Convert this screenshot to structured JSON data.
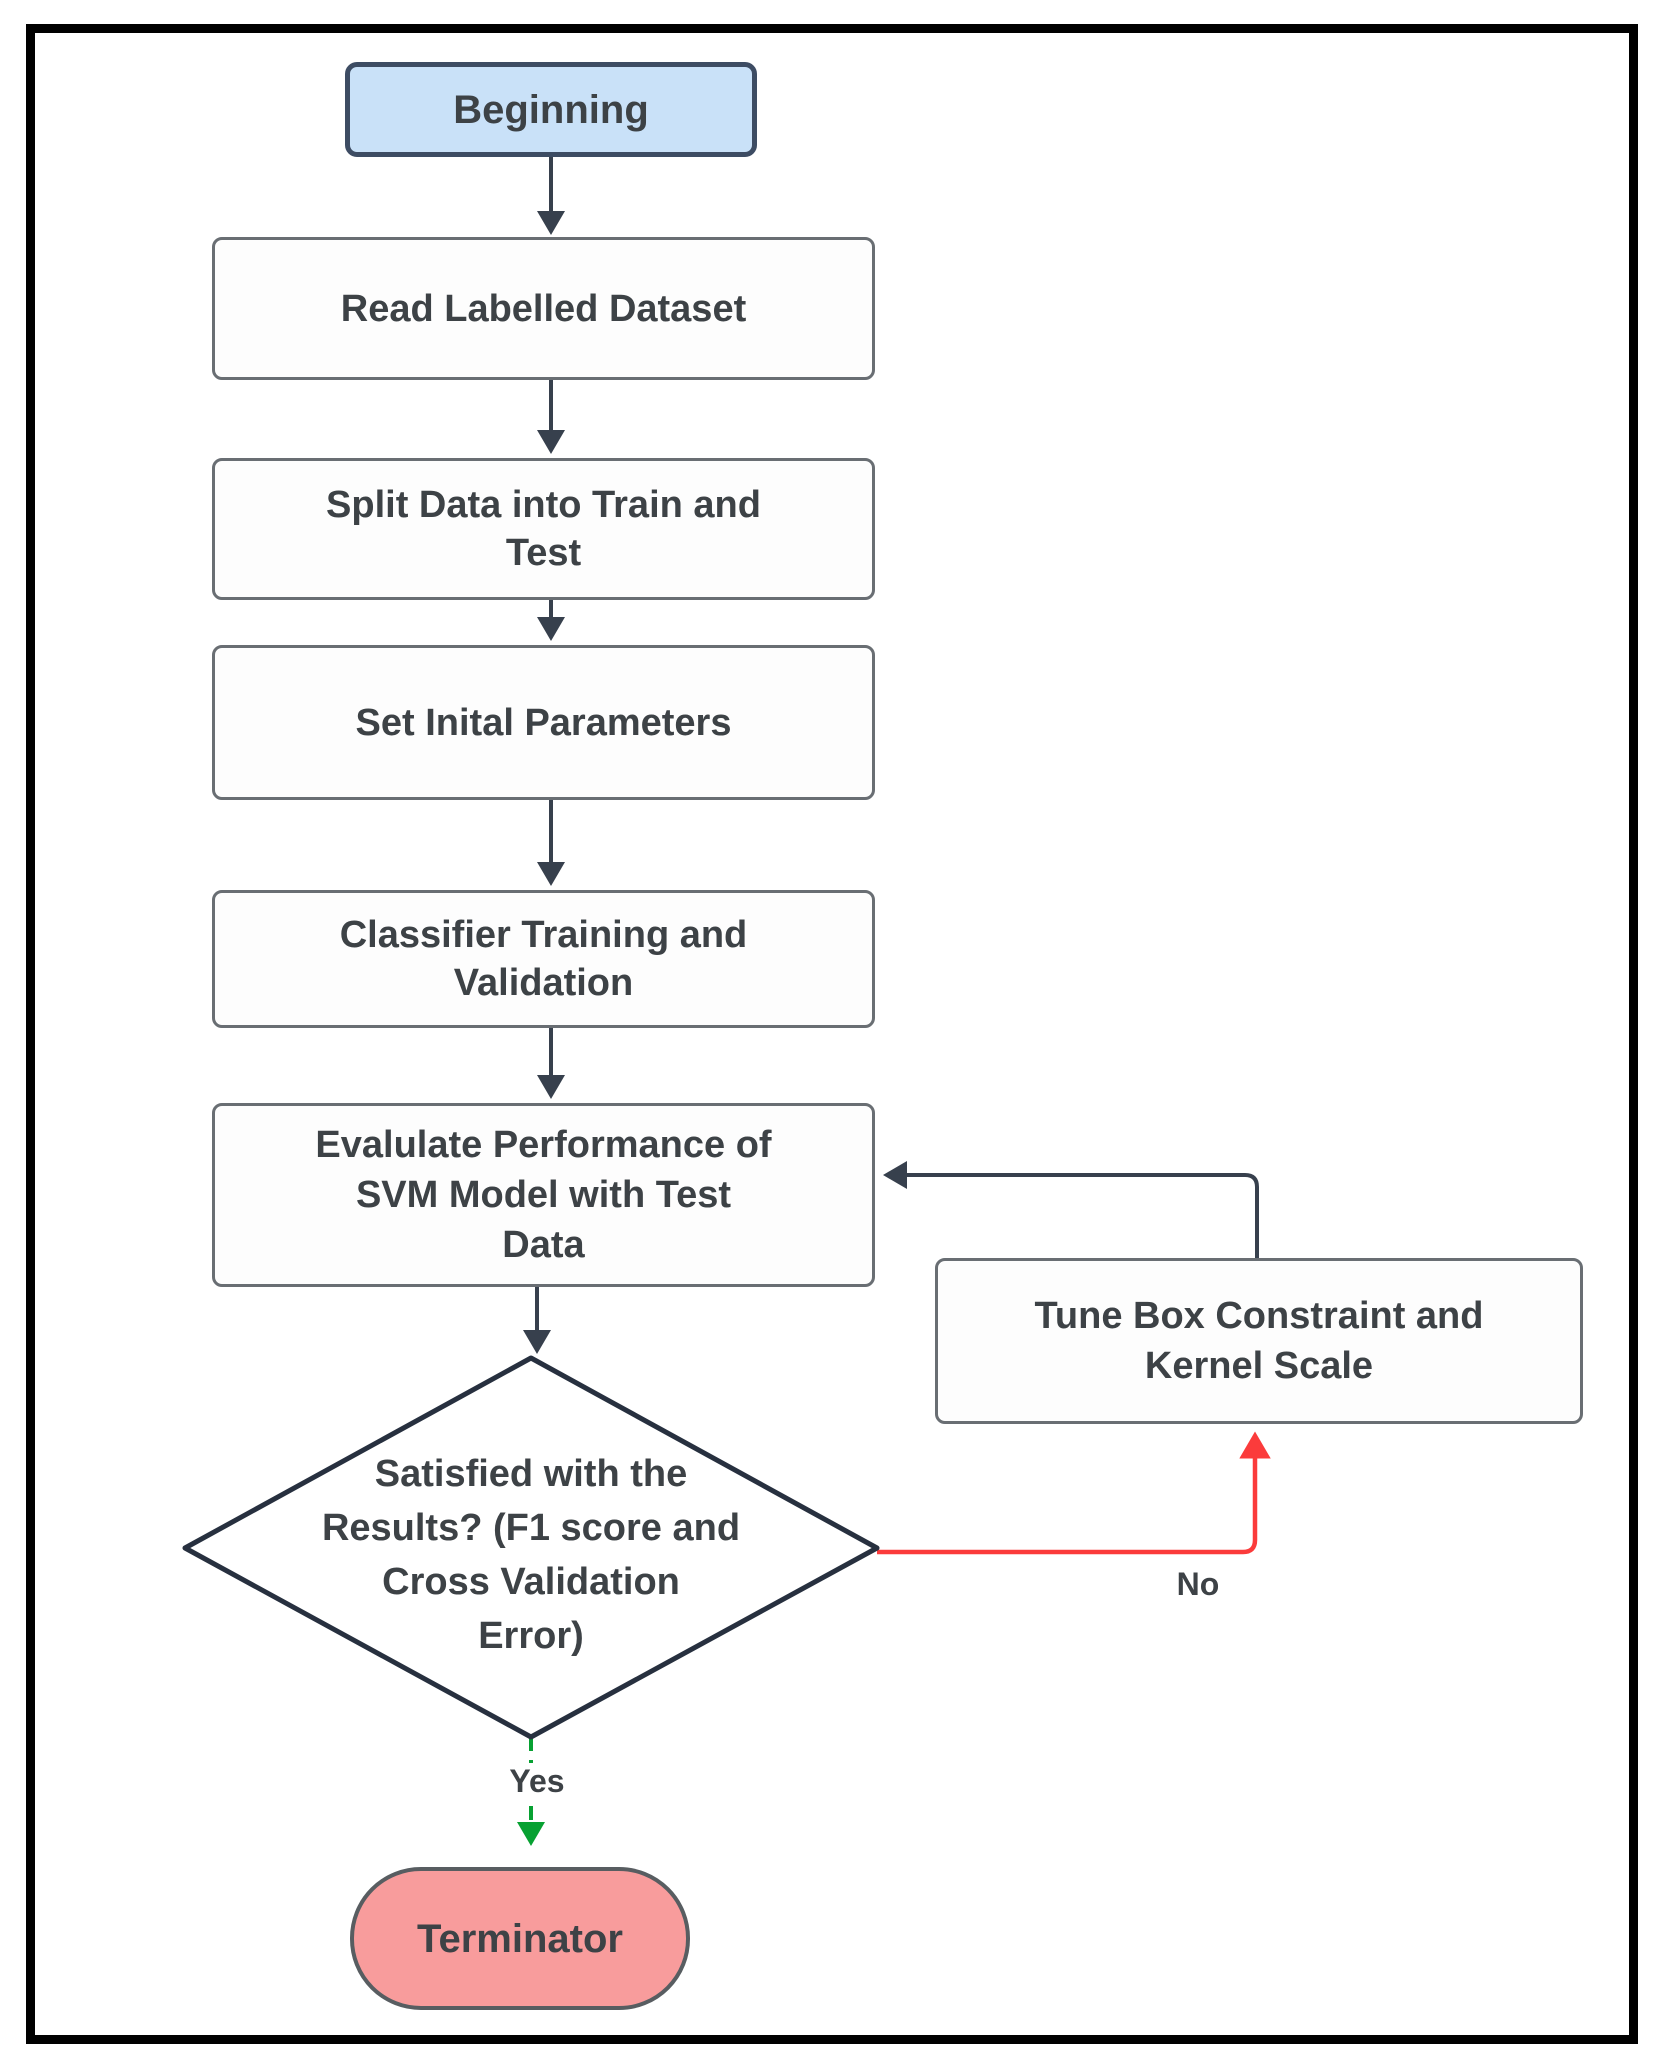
{
  "diagram": {
    "nodes": {
      "beginning": {
        "label": "Beginning"
      },
      "read_dataset": {
        "label": "Read Labelled Dataset"
      },
      "split_data": {
        "label": "Split Data into Train and\nTest"
      },
      "set_params": {
        "label": "Set Inital Parameters"
      },
      "training": {
        "label": "Classifier Training and\nValidation"
      },
      "evaluate": {
        "label": "Evalulate Performance of\nSVM Model with Test\nData"
      },
      "decision": {
        "label": "Satisfied with the\nResults? (F1 score and\nCross Validation\nError)"
      },
      "tune": {
        "label": "Tune Box Constraint and\nKernel Scale"
      },
      "terminator": {
        "label": "Terminator"
      }
    },
    "edge_labels": {
      "yes": "Yes",
      "no": "No"
    }
  },
  "colors": {
    "frame": "#000000",
    "node-fill": "#fdfdfd",
    "node-border": "#696e73",
    "node-text": "#3d4246",
    "begin-fill": "#c9e1f8",
    "begin-border": "#3d4c63",
    "diamond-border": "#27303f",
    "arrow-dark": "#37404d",
    "arrow-red": "#fb3b3b",
    "arrow-green": "#07a132",
    "end-fill": "#f89c9c",
    "end-border": "#585d61"
  }
}
